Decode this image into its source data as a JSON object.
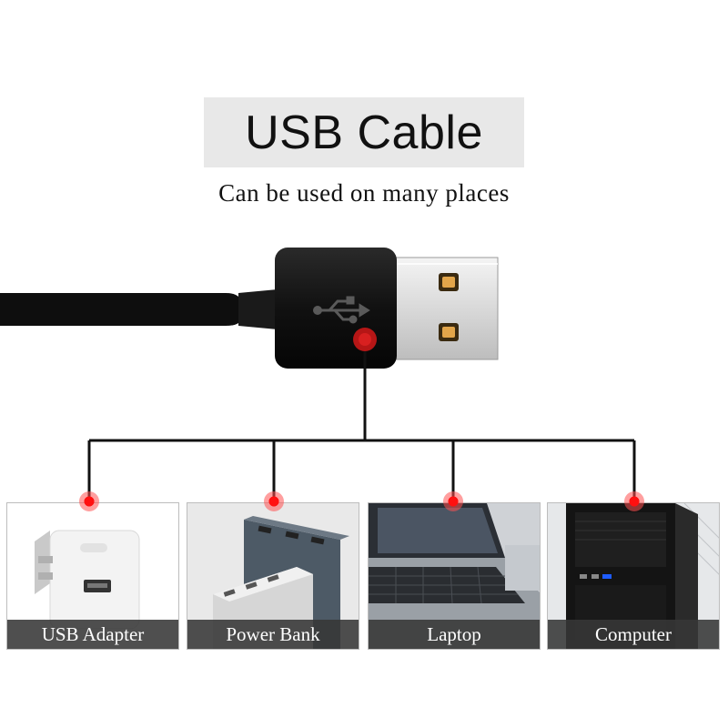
{
  "header": {
    "title": "USB Cable",
    "subtitle": "Can be used on many places"
  },
  "cable": {
    "connector_icon": "usb-trident-icon"
  },
  "devices": [
    {
      "label": "USB Adapter",
      "icon": "usb-adapter"
    },
    {
      "label": "Power Bank",
      "icon": "power-bank"
    },
    {
      "label": "Laptop",
      "icon": "laptop"
    },
    {
      "label": "Computer",
      "icon": "computer-tower"
    }
  ],
  "colors": {
    "accent_dot": "#e01818",
    "label_bar": "#3a3a3a",
    "title_bg": "#e8e8e8"
  }
}
